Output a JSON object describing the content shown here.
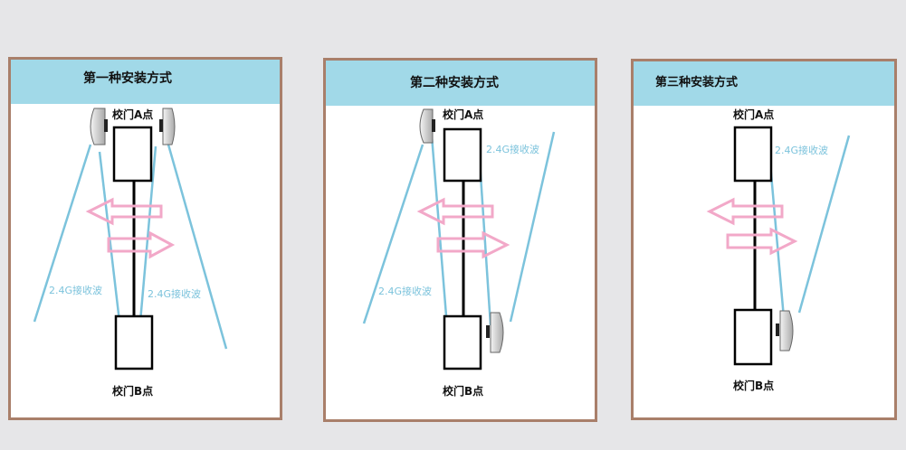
{
  "panels": [
    {
      "title": "第一种安装方式",
      "point_a": "校门A点",
      "point_b": "校门B点",
      "wave_labels": [
        "2.4G接收波",
        "2.4G接收波"
      ]
    },
    {
      "title": "第二种安装方式",
      "point_a": "校门A点",
      "point_b": "校门B点",
      "wave_labels": [
        "2.4G接收波",
        "2.4G接收波"
      ]
    },
    {
      "title": "第三种安装方式",
      "point_a": "校门A点",
      "point_b": "校门B点",
      "wave_labels": [
        "2.4G接收波"
      ]
    }
  ],
  "colors": {
    "frame": "#a97f6a",
    "header": "#a1d9e8",
    "wave": "#7cc3dc",
    "arrow": "#f2a8c8",
    "background": "#e6e6e8"
  },
  "icons": [
    "sensor-device-icon",
    "arrow-left-icon",
    "arrow-right-icon"
  ]
}
